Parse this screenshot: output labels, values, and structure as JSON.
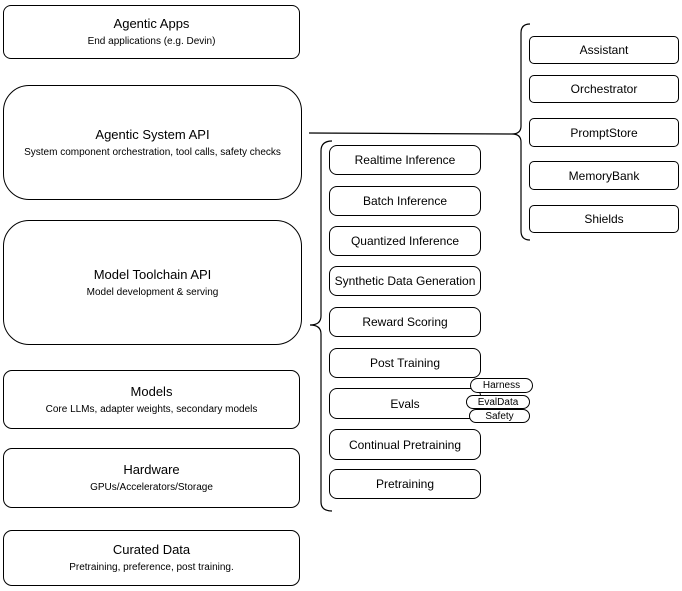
{
  "diagram": {
    "colors": {
      "stroke": "#000000",
      "fill": "#ffffff",
      "background": "#ffffff",
      "text": "#000000"
    },
    "left_stack": [
      {
        "title": "Agentic Apps",
        "subtitle": "End applications (e.g. Devin)"
      },
      {
        "title": "Agentic System API",
        "subtitle": "System component orchestration, tool calls, safety checks"
      },
      {
        "title": "Model Toolchain API",
        "subtitle": "Model development & serving"
      },
      {
        "title": "Models",
        "subtitle": "Core LLMs, adapter weights, secondary models"
      },
      {
        "title": "Hardware",
        "subtitle": "GPUs/Accelerators/Storage"
      },
      {
        "title": "Curated Data",
        "subtitle": "Pretraining, preference, post training."
      }
    ],
    "toolchain_components": [
      "Realtime Inference",
      "Batch Inference",
      "Quantized Inference",
      "Synthetic Data Generation",
      "Reward Scoring",
      "Post Training",
      "Evals",
      "Continual Pretraining",
      "Pretraining"
    ],
    "eval_tags": [
      "Harness",
      "EvalData",
      "Safety"
    ],
    "system_components": [
      "Assistant",
      "Orchestrator",
      "PromptStore",
      "MemoryBank",
      "Shields"
    ]
  }
}
